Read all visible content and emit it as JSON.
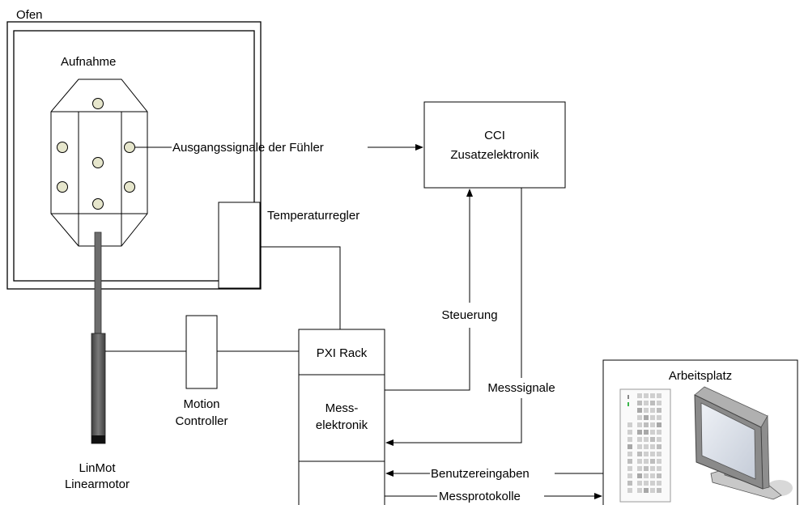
{
  "labels": {
    "ofen": "Ofen",
    "aufnahme": "Aufnahme",
    "ausgangssignale": "Ausgangssignale der Fühler",
    "cci_line1": "CCI",
    "cci_line2": "Zusatzelektronik",
    "temperaturregler": "Temperaturregler",
    "steuerung": "Steuerung",
    "messsignale": "Messsignale",
    "pxi_rack": "PXI Rack",
    "mess_line1": "Mess-",
    "mess_line2": "elektronik",
    "motion_line1": "Motion",
    "motion_line2": "Controller",
    "linmot_line1": "LinMot",
    "linmot_line2": "Linearmotor",
    "arbeitsplatz": "Arbeitsplatz",
    "benutzereingaben": "Benutzereingaben",
    "messprotokolle": "Messprotokolle"
  },
  "colors": {
    "line": "#000000",
    "sensor_fill": "#e6e6cc",
    "rod": "#666666",
    "motor": "#5a5a5a",
    "monitor_frame": "#8a8a8a",
    "screen": "#dce1ea"
  }
}
